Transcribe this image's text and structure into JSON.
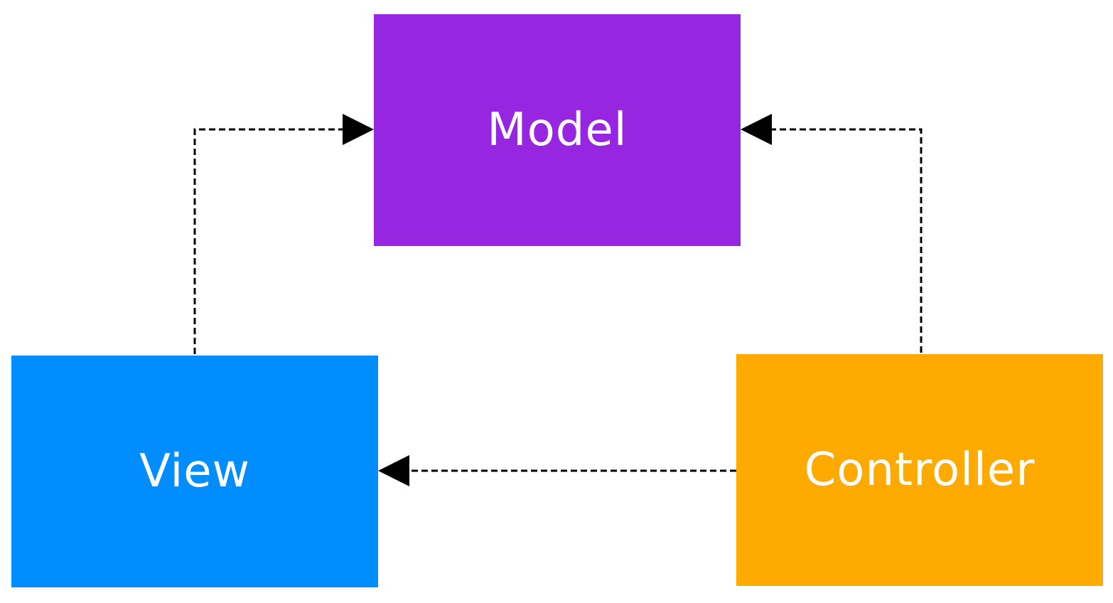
{
  "diagram": {
    "nodes": [
      {
        "id": "model",
        "label": "Model",
        "color": "#9626e0"
      },
      {
        "id": "view",
        "label": "View",
        "color": "#028dfe"
      },
      {
        "id": "controller",
        "label": "Controller",
        "color": "#ffaa00"
      }
    ],
    "edges": [
      {
        "from": "view",
        "to": "model",
        "style": "dashed"
      },
      {
        "from": "controller",
        "to": "model",
        "style": "dashed"
      },
      {
        "from": "controller",
        "to": "view",
        "style": "dashed"
      }
    ],
    "edge_color": "#000000"
  }
}
